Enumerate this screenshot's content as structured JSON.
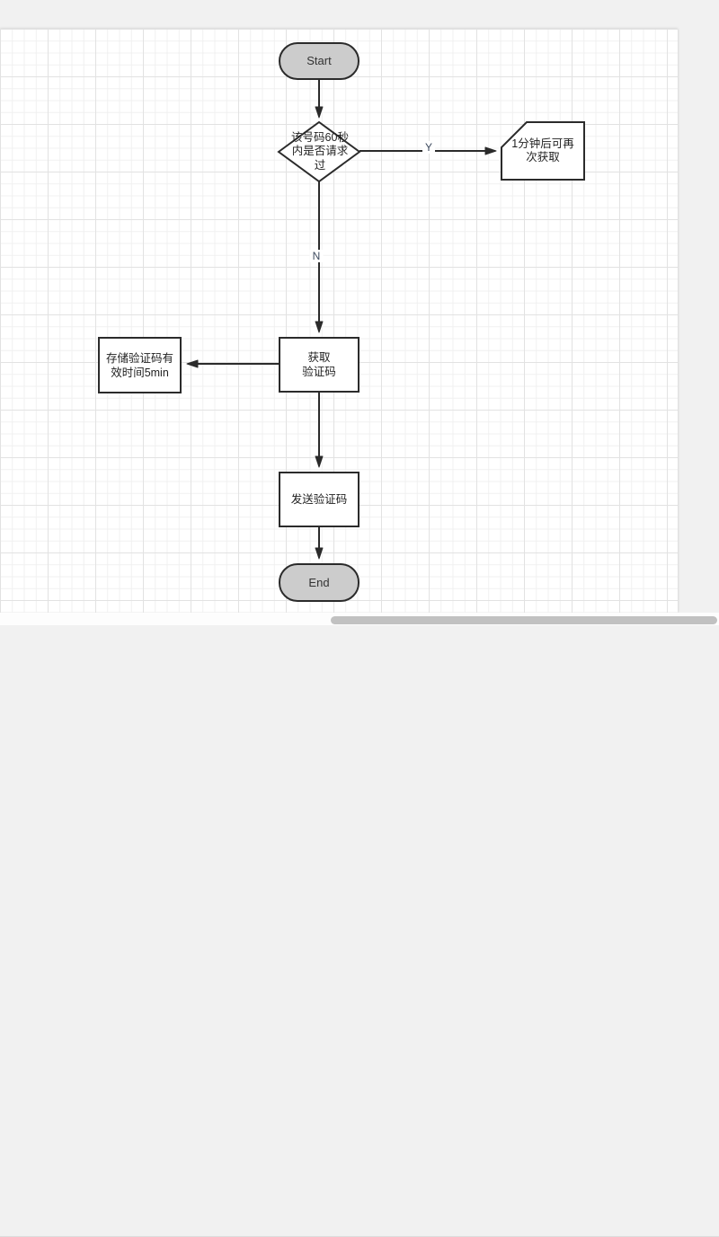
{
  "app": {
    "description": "Flowchart of SMS verification-code request flow on a gridded diagram canvas",
    "colors": {
      "outer_background": "#f1f1f1",
      "page_background": "#ffffff",
      "grid_minor": "#f0f0f0",
      "grid_major": "#e2e2e2",
      "node_stroke": "#2b2b2b",
      "terminal_fill": "#cccccc",
      "process_fill": "#ffffff",
      "node_text": "#1f1f1f",
      "edge_label_text": "#3d4a5e",
      "scrollbar_thumb": "#c1c1c1"
    }
  },
  "flowchart": {
    "nodes": {
      "start": {
        "type": "terminal",
        "label": "Start"
      },
      "decision": {
        "type": "decision",
        "text": "该号码60秒内是否请求过",
        "lines": [
          "该号码60秒",
          "内是否请求",
          "过"
        ]
      },
      "retry_card": {
        "type": "card",
        "text": "1分钟后可再次获取",
        "lines": [
          "1分钟后可再",
          "次获取"
        ]
      },
      "get_code": {
        "type": "process",
        "text": "获取验证码",
        "lines": [
          "获取",
          "验证码"
        ]
      },
      "store_code": {
        "type": "process",
        "text": "存储验证码有效时间5min",
        "lines": [
          "存储验证码有",
          "效时间5min"
        ]
      },
      "send_code": {
        "type": "process",
        "label": "发送验证码"
      },
      "end": {
        "type": "terminal",
        "label": "End"
      }
    },
    "edge_labels": {
      "yes": "Y",
      "no": "N"
    },
    "edges": [
      {
        "from": "start",
        "to": "decision",
        "label": ""
      },
      {
        "from": "decision",
        "to": "retry_card",
        "label": "Y"
      },
      {
        "from": "decision",
        "to": "get_code",
        "label": "N"
      },
      {
        "from": "get_code",
        "to": "store_code",
        "label": ""
      },
      {
        "from": "get_code",
        "to": "send_code",
        "label": ""
      },
      {
        "from": "send_code",
        "to": "end",
        "label": ""
      }
    ]
  },
  "scrollbar": {
    "orientation": "horizontal"
  }
}
